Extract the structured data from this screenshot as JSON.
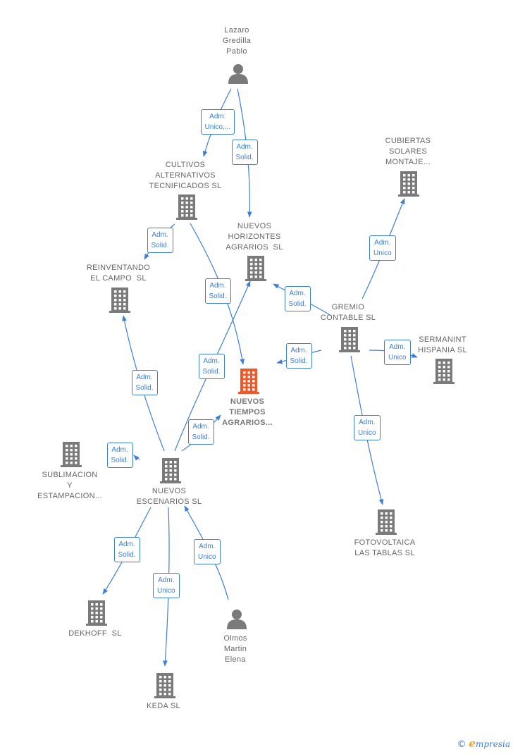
{
  "colors": {
    "edge": "#3d7fd6",
    "building": "#7a7a7a",
    "focus": "#f0582a",
    "person": "#7a7a7a"
  },
  "nodes": {
    "lazaro": {
      "label_lines": [
        "Lazaro",
        "Gredilla",
        "Pablo"
      ],
      "icon": "person-icon"
    },
    "cultivos": {
      "label_lines": [
        "CULTIVOS",
        "ALTERNATIVOS",
        "TECNIFICADOS SL"
      ],
      "icon": "building-icon"
    },
    "nuevos_horizontes": {
      "label_lines": [
        "NUEVOS",
        "HORIZONTES",
        "AGRARIOS  SL"
      ],
      "icon": "building-icon"
    },
    "cubiertas": {
      "label_lines": [
        "CUBIERTAS",
        "SOLARES",
        "MONTAJE..."
      ],
      "icon": "building-icon"
    },
    "reinventando": {
      "label_lines": [
        "REINVENTANDO",
        "EL CAMPO  SL"
      ],
      "icon": "building-icon"
    },
    "gremio": {
      "label_lines": [
        "GREMIO",
        "CONTABLE SL"
      ],
      "icon": "building-icon"
    },
    "sermanint": {
      "label_lines": [
        "SERMANINT",
        "HISPANIA SL"
      ],
      "icon": "building-icon"
    },
    "nuevos_tiempos": {
      "label_lines": [
        "NUEVOS",
        "TIEMPOS",
        "AGRARIOS..."
      ],
      "icon": "building-icon"
    },
    "sublimacion": {
      "label_lines": [
        "SUBLIMACION",
        "Y",
        "ESTAMPACION..."
      ],
      "icon": "building-icon"
    },
    "nuevos_escenarios": {
      "label_lines": [
        "NUEVOS",
        "ESCENARIOS SL"
      ],
      "icon": "building-icon"
    },
    "fotovoltaica": {
      "label_lines": [
        "FOTOVOLTAICA",
        "LAS TABLAS SL"
      ],
      "icon": "building-icon"
    },
    "dekhoff": {
      "label_lines": [
        "DEKHOFF  SL"
      ],
      "icon": "building-icon"
    },
    "olmos": {
      "label_lines": [
        "Olmos",
        "Martin",
        "Elena"
      ],
      "icon": "person-icon"
    },
    "keda": {
      "label_lines": [
        "KEDA SL"
      ],
      "icon": "building-icon"
    }
  },
  "edges": [
    {
      "from": "lazaro",
      "to": "cultivos",
      "label_lines": [
        "Adm.",
        "Unico,..."
      ]
    },
    {
      "from": "lazaro",
      "to": "nuevos_horizontes",
      "label_lines": [
        "Adm.",
        "Solid."
      ]
    },
    {
      "from": "cultivos",
      "to": "reinventando",
      "label_lines": [
        "Adm.",
        "Solid."
      ]
    },
    {
      "from": "cultivos",
      "to": "nuevos_tiempos",
      "label_lines": [
        "Adm.",
        "Solid."
      ]
    },
    {
      "from": "gremio",
      "to": "cubiertas",
      "label_lines": [
        "Adm.",
        "Unico"
      ]
    },
    {
      "from": "gremio",
      "to": "nuevos_horizontes",
      "label_lines": [
        "Adm.",
        "Solid."
      ]
    },
    {
      "from": "gremio",
      "to": "nuevos_tiempos",
      "label_lines": [
        "Adm.",
        "Solid."
      ]
    },
    {
      "from": "gremio",
      "to": "sermanint",
      "label_lines": [
        "Adm.",
        "Unico"
      ]
    },
    {
      "from": "gremio",
      "to": "fotovoltaica",
      "label_lines": [
        "Adm.",
        "Unico"
      ]
    },
    {
      "from": "nuevos_escenarios",
      "to": "nuevos_horizontes",
      "label_lines": [
        "Adm.",
        "Solid."
      ]
    },
    {
      "from": "nuevos_escenarios",
      "to": "nuevos_tiempos",
      "label_lines": [
        "Adm.",
        "Solid."
      ]
    },
    {
      "from": "nuevos_escenarios",
      "to": "reinventando",
      "label_lines": [
        "Adm.",
        "Solid."
      ]
    },
    {
      "from": "nuevos_escenarios",
      "to": "sublimacion",
      "label_lines": [
        "Adm.",
        "Solid."
      ]
    },
    {
      "from": "nuevos_escenarios",
      "to": "dekhoff",
      "label_lines": [
        "Adm.",
        "Solid."
      ]
    },
    {
      "from": "nuevos_escenarios",
      "to": "keda",
      "label_lines": [
        "Adm.",
        "Unico"
      ]
    },
    {
      "from": "olmos",
      "to": "nuevos_escenarios",
      "label_lines": [
        "Adm.",
        "Unico"
      ]
    }
  ],
  "brand": {
    "copyright": "©",
    "initial": "e",
    "rest": "mpresia"
  }
}
